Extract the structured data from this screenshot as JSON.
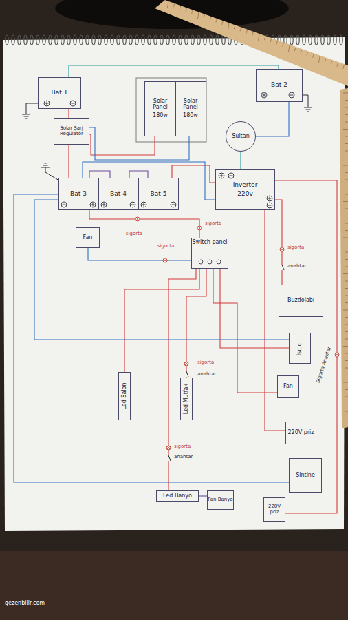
{
  "diagram": {
    "nodes": [
      {
        "text": [
          "Bat 1"
        ]
      },
      {
        "text": [
          "Solar Panel",
          "180w"
        ]
      },
      {
        "text": [
          "Solar Panel",
          "180w"
        ]
      },
      {
        "text": [
          "Bat 2"
        ]
      },
      {
        "text": [
          "Solar Şarj Regülatör"
        ]
      },
      {
        "text": [
          "Sultan"
        ]
      },
      {
        "text": [
          "Bat 3"
        ]
      },
      {
        "text": [
          "Bat 4"
        ]
      },
      {
        "text": [
          "Bat 5"
        ]
      },
      {
        "text": [
          "Inverter",
          "220v"
        ]
      },
      {
        "text": [
          "Fan"
        ]
      },
      {
        "text": [
          "Switch panel"
        ]
      },
      {
        "text": [
          "Buzdolabı"
        ]
      },
      {
        "text": [
          "Isıtıcı"
        ]
      },
      {
        "text": [
          "Led Salon"
        ]
      },
      {
        "text": [
          "Led Mutfak"
        ]
      },
      {
        "text": [
          "Fan"
        ]
      },
      {
        "text": [
          "220V priz"
        ]
      },
      {
        "text": [
          "Sintine"
        ]
      },
      {
        "text": [
          "Led Banyo"
        ]
      },
      {
        "text": [
          "Fan Banyo"
        ]
      },
      {
        "text": [
          "220V priz"
        ]
      }
    ],
    "edges": [
      {
        "from": 0,
        "to": 3,
        "arrow": "none"
      },
      {
        "from": 1,
        "to": 4,
        "arrow": "none"
      },
      {
        "from": 2,
        "to": 4,
        "arrow": "none"
      },
      {
        "from": 0,
        "to": 4,
        "arrow": "none"
      },
      {
        "from": 4,
        "to": 6,
        "arrow": "none"
      },
      {
        "from": 3,
        "to": 5,
        "arrow": "none"
      },
      {
        "from": 5,
        "to": 9,
        "arrow": "none"
      },
      {
        "from": 6,
        "to": 7,
        "arrow": "none"
      },
      {
        "from": 7,
        "to": 8,
        "arrow": "none"
      },
      {
        "from": 8,
        "to": 9,
        "arrow": "none"
      },
      {
        "from": 6,
        "to": 9,
        "arrow": "none"
      },
      {
        "from": 6,
        "to": 11,
        "arrow": "none"
      },
      {
        "from": 11,
        "to": 10,
        "arrow": "none"
      },
      {
        "from": 9,
        "to": 12,
        "arrow": "none"
      },
      {
        "from": 11,
        "to": 13,
        "arrow": "none"
      },
      {
        "from": 11,
        "to": 14,
        "arrow": "none"
      },
      {
        "from": 11,
        "to": 15,
        "arrow": "none"
      },
      {
        "from": 11,
        "to": 16,
        "arrow": "none"
      },
      {
        "from": 9,
        "to": 17,
        "arrow": "none"
      },
      {
        "from": 6,
        "to": 18,
        "arrow": "none"
      },
      {
        "from": 11,
        "to": 19,
        "arrow": "none"
      },
      {
        "from": 19,
        "to": 20,
        "arrow": "none"
      },
      {
        "from": 9,
        "to": 21,
        "arrow": "none"
      },
      {
        "from": 6,
        "to": 13,
        "arrow": "none"
      }
    ],
    "labels": [
      "sigorta",
      "sigorta",
      "sigorta",
      "sigorta",
      "anahtar",
      "sigorta",
      "anahtar",
      "sigorta",
      "anahtar",
      "Sigorta Anahtar",
      "gezenbilir.com"
    ]
  }
}
